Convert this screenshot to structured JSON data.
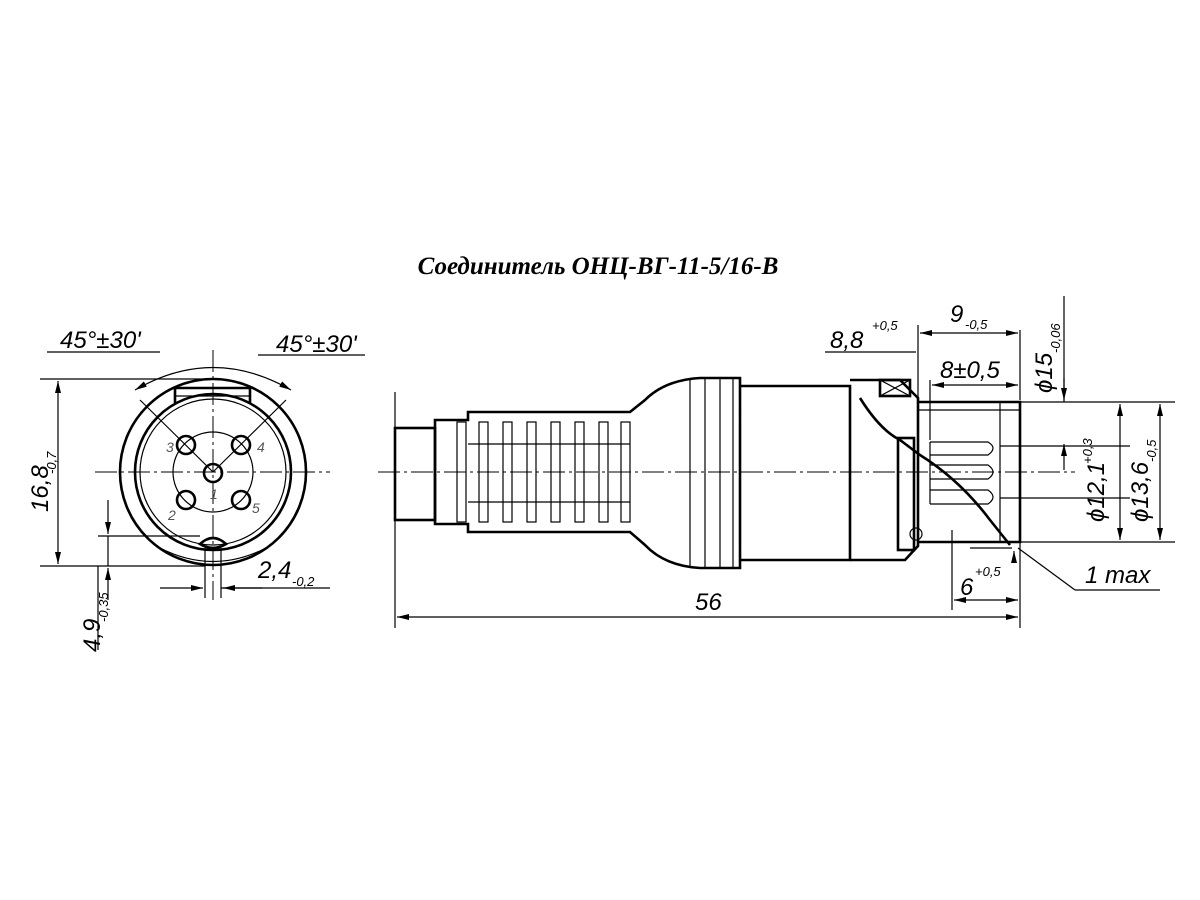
{
  "title": "Соединитель ОНЦ-ВГ-11-5/16-В",
  "front_view": {
    "angle_left": {
      "main": "45°±30'"
    },
    "angle_right": {
      "main": "45°±30'"
    },
    "height": {
      "main": "16,8",
      "tol": "-0,7"
    },
    "key_offset": {
      "main": "4,9",
      "tol": "-0,35"
    },
    "key_width": {
      "main": "2,4",
      "tol": "-0,2"
    },
    "pins": [
      "1",
      "2",
      "3",
      "4",
      "5"
    ]
  },
  "side_view": {
    "length": {
      "main": "56"
    },
    "nut_length": {
      "main": "8,8",
      "tol": "+0,5"
    },
    "head_length": {
      "main": "9",
      "tol": "-0,5"
    },
    "insert_length": {
      "main": "8±0,5"
    },
    "diam_outer": {
      "main": "ϕ15",
      "tol": "-0,06"
    },
    "diam_inner": {
      "main": "ϕ12,1",
      "tol": "+0,3"
    },
    "diam_mid": {
      "main": "ϕ13,6",
      "tol": "-0,5"
    },
    "pin_offset": {
      "main": "6",
      "tol": "+0,5"
    },
    "gap": {
      "main": "1 max"
    }
  }
}
